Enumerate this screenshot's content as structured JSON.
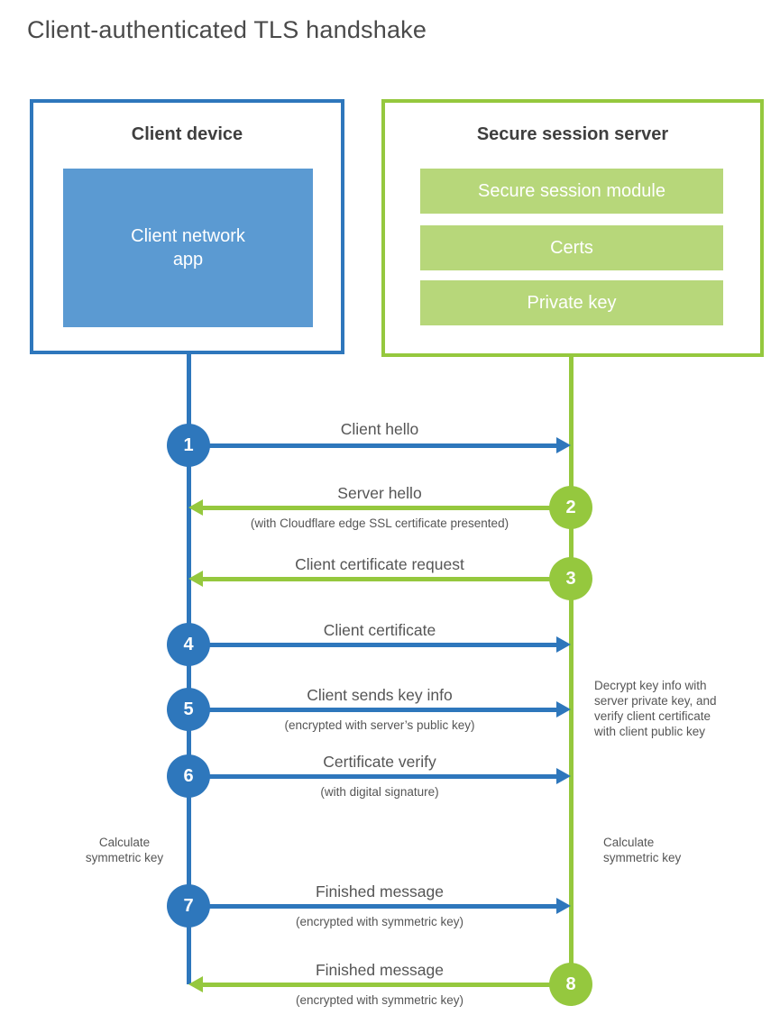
{
  "title": "Client-authenticated TLS handshake",
  "colors": {
    "blue": "#2E77BC",
    "blue_fill": "#5B9AD2",
    "green": "#95C83E",
    "green_fill": "#B7D77A",
    "label_text": "#555555",
    "heading_text": "#3F3F3F"
  },
  "client": {
    "title": "Client device",
    "app_label": "Client network\napp"
  },
  "server": {
    "title": "Secure session server",
    "modules": [
      "Secure session module",
      "Certs",
      "Private key"
    ]
  },
  "steps": [
    {
      "num": "1",
      "label": "Client hello",
      "sub": "",
      "direction": "client-to-server",
      "color": "blue"
    },
    {
      "num": "2",
      "label": "Server hello",
      "sub": "(with Cloudflare edge SSL certificate presented)",
      "direction": "server-to-client",
      "color": "green"
    },
    {
      "num": "3",
      "label": "Client certificate request",
      "sub": "",
      "direction": "server-to-client",
      "color": "green"
    },
    {
      "num": "4",
      "label": "Client certificate",
      "sub": "",
      "direction": "client-to-server",
      "color": "blue"
    },
    {
      "num": "5",
      "label": "Client sends key info",
      "sub": "(encrypted with server’s public key)",
      "direction": "client-to-server",
      "color": "blue"
    },
    {
      "num": "6",
      "label": "Certificate verify",
      "sub": "(with digital signature)",
      "direction": "client-to-server",
      "color": "blue"
    },
    {
      "num": "7",
      "label": "Finished message",
      "sub": "(encrypted with symmetric key)",
      "direction": "client-to-server",
      "color": "blue"
    },
    {
      "num": "8",
      "label": "Finished message",
      "sub": "(encrypted with symmetric key)",
      "direction": "server-to-client",
      "color": "green"
    }
  ],
  "notes": {
    "left_calculate": "Calculate\nsymmetric key",
    "right_calculate": "Calculate\nsymmetric key",
    "decrypt": "Decrypt key info with\nserver private key, and\nverify client certificate\nwith client public key"
  }
}
